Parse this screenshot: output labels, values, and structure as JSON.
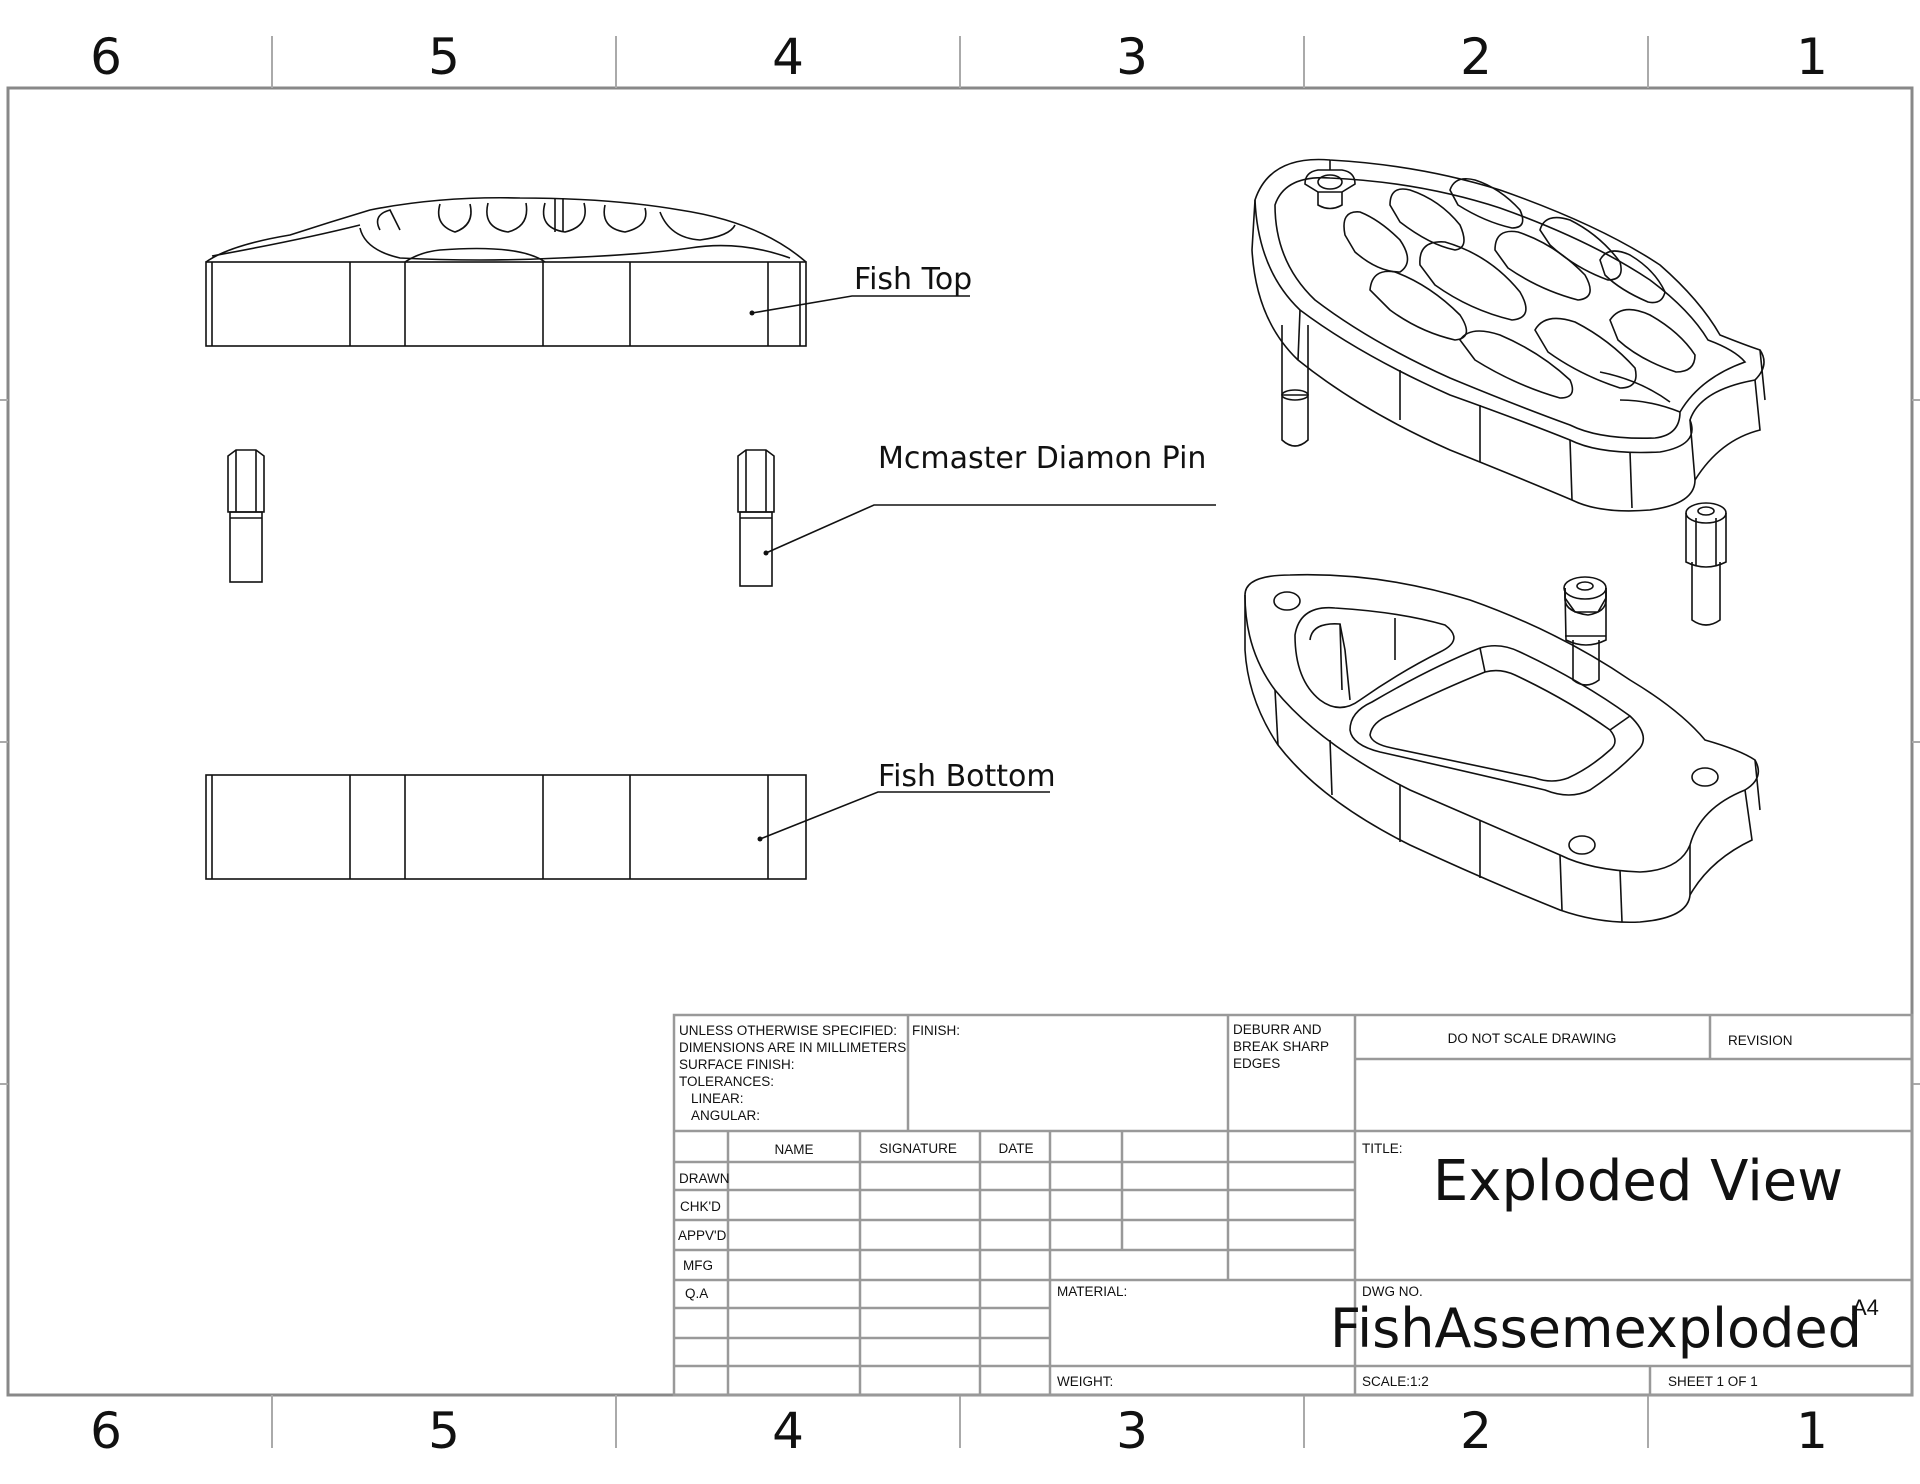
{
  "zones": {
    "top": [
      "6",
      "5",
      "4",
      "3",
      "2",
      "1"
    ],
    "bottom": [
      "6",
      "5",
      "4",
      "3",
      "2",
      "1"
    ]
  },
  "callouts": {
    "fish_top": "Fish Top",
    "pin": "Mcmaster Diamon Pin",
    "fish_bottom": "Fish Bottom"
  },
  "title_block": {
    "tolerance_lines": [
      "UNLESS OTHERWISE SPECIFIED:",
      "DIMENSIONS ARE IN MILLIMETERS",
      "SURFACE FINISH:",
      "TOLERANCES:",
      "LINEAR:",
      "ANGULAR:"
    ],
    "finish_label": "FINISH:",
    "deburr_lines": [
      "DEBURR AND",
      "BREAK SHARP",
      "EDGES"
    ],
    "do_not_scale": "DO NOT SCALE DRAWING",
    "revision_label": "REVISION",
    "columns": [
      "NAME",
      "SIGNATURE",
      "DATE"
    ],
    "rows": [
      "DRAWN",
      "CHK'D",
      "APPV'D",
      "MFG",
      "Q.A"
    ],
    "title_label": "TITLE:",
    "title": "Exploded View",
    "material_label": "MATERIAL:",
    "weight_label": "WEIGHT:",
    "dwg_no_label": "DWG NO.",
    "dwg_no": "FishAssemexploded",
    "size": "A4",
    "scale": "SCALE:1:2",
    "sheet": "SHEET 1 OF 1"
  }
}
